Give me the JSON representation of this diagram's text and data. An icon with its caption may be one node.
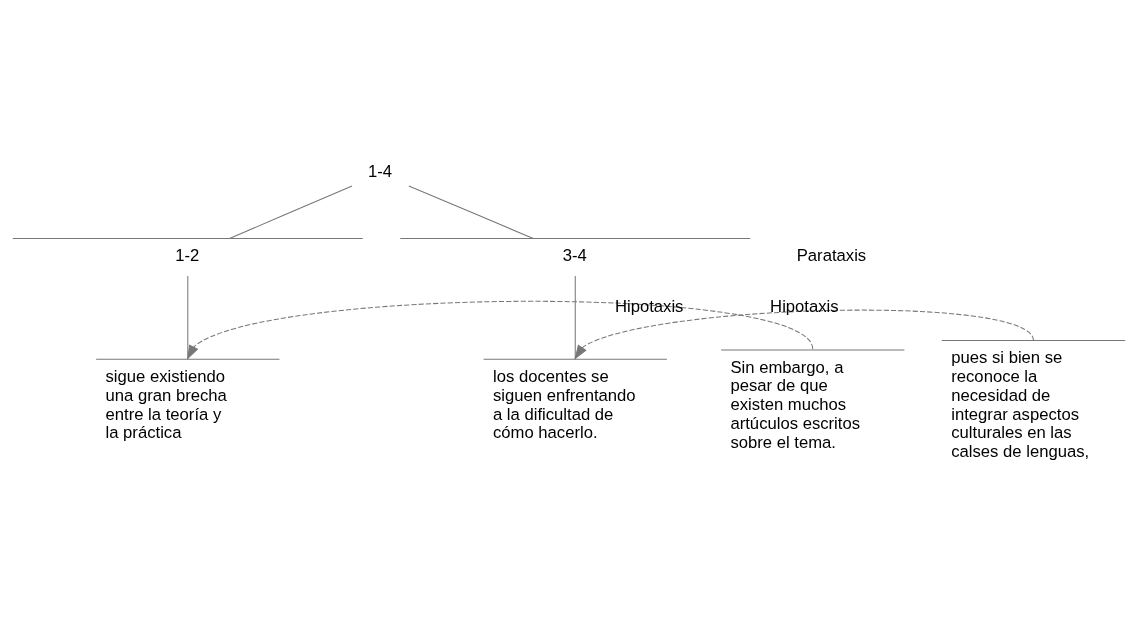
{
  "diagram": {
    "nodes": [
      {
        "text": [
          "1-4"
        ]
      },
      {
        "text": [
          "1-2"
        ]
      },
      {
        "text": [
          "3-4"
        ]
      },
      {
        "text": [
          "Sin embargo, a pesar de que existen muchos artúculos escritos sobre el tema."
        ]
      },
      {
        "text": [
          "sigue existiendo una gran brecha entre la teoría y la práctica"
        ]
      },
      {
        "text": [
          "pues si bien se reconoce la necesidad de integrar aspectos culturales en las calses de lenguas,"
        ]
      },
      {
        "text": [
          "los docentes se siguen enfrentando a la dificultad de cómo hacerlo."
        ]
      }
    ],
    "edges": [
      {
        "from": 0,
        "to": 1,
        "arrow": "none"
      },
      {
        "from": 0,
        "to": 2,
        "arrow": "none"
      },
      {
        "from": 1,
        "to": 4,
        "arrow": "none"
      },
      {
        "from": 3,
        "to": 4,
        "arrow": "to",
        "label": "Hipotaxis",
        "style": "dashed"
      },
      {
        "from": 2,
        "to": 6,
        "arrow": "none"
      },
      {
        "from": 5,
        "to": 6,
        "arrow": "to",
        "label": "Hipotaxis",
        "style": "dashed"
      }
    ],
    "labels": [
      "Parataxis"
    ]
  }
}
